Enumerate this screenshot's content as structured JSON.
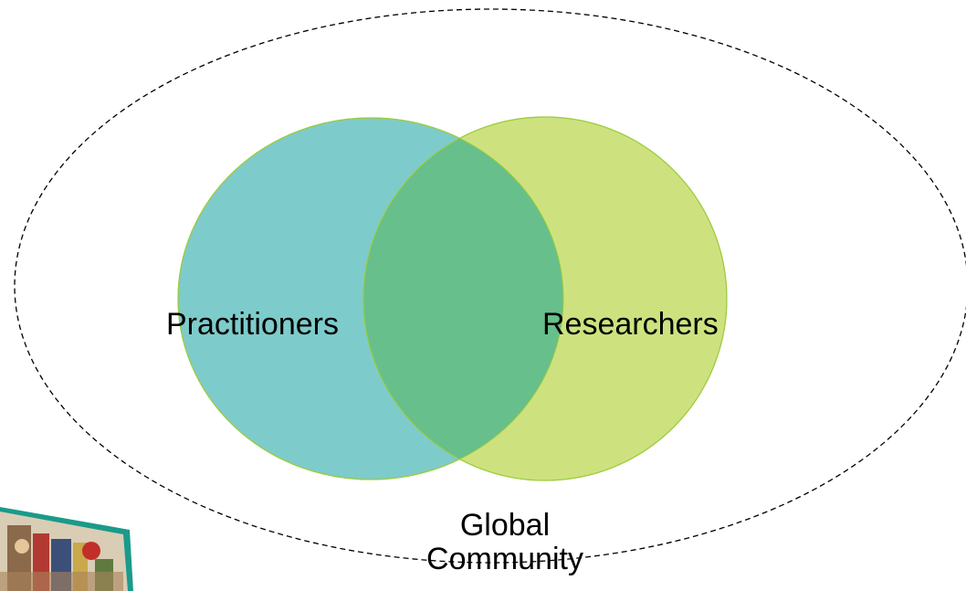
{
  "diagram": {
    "left_circle_label": "Practitioners",
    "right_circle_label": "Researchers",
    "outer_label_line1": "Global",
    "outer_label_line2": "Community"
  },
  "colors": {
    "left_circle_fill": "#7ecbcb",
    "right_circle_fill": "#cde27f",
    "overlap_fill": "#67bf8c",
    "circle_stroke": "#9ccc3c",
    "dashed_ellipse_stroke": "#000000",
    "photo_frame": "#1a9a8a"
  },
  "icons": {
    "photo": "photo-thumbnail-icon"
  }
}
